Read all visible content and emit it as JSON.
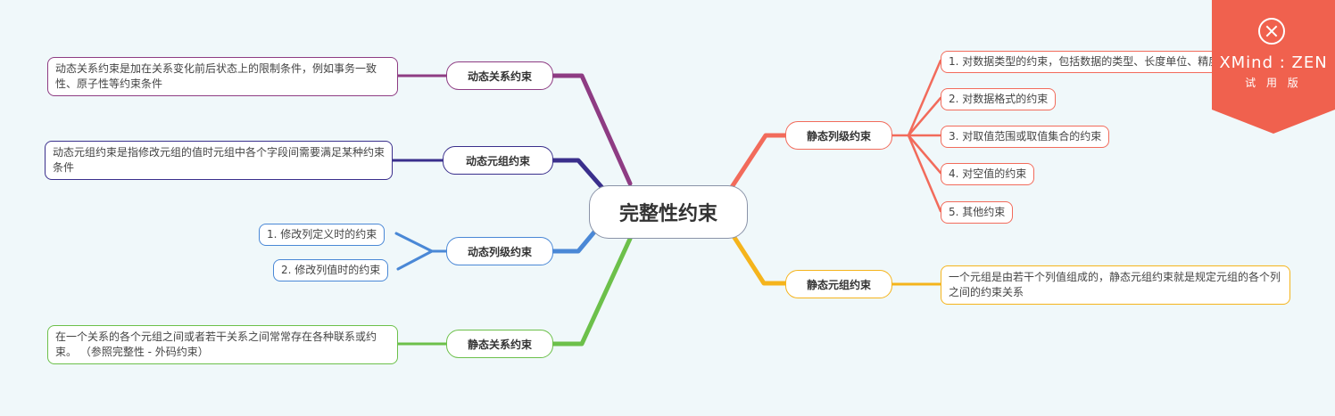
{
  "root": {
    "label": "完整性约束"
  },
  "branches": {
    "dyn_relation": {
      "label": "动态关系约束",
      "color": "#8e3c83",
      "note": "动态关系约束是加在关系变化前后状态上的限制条件，例如事务一致性、原子性等约束条件"
    },
    "dyn_tuple": {
      "label": "动态元组约束",
      "color": "#3a2f8c",
      "note": "动态元组约束是指修改元组的值时元组中各个字段间需要满足某种约束条件"
    },
    "dyn_column": {
      "label": "动态列级约束",
      "color": "#4a88d6",
      "items": [
        "1. 修改列定义时的约束",
        "2. 修改列值时的约束"
      ]
    },
    "static_relation": {
      "label": "静态关系约束",
      "color": "#6cc04a",
      "note": "在一个关系的各个元组之间或者若干关系之间常常存在各种联系或约束。 （参照完整性 - 外码约束）"
    },
    "static_column": {
      "label": "静态列级约束",
      "color": "#f26b5b",
      "items": [
        "1. 对数据类型的约束，包括数据的类型、长度单位、精度等",
        "2. 对数据格式的约束",
        "3. 对取值范围或取值集合的约束",
        "4. 对空值的约束",
        "5. 其他约束"
      ]
    },
    "static_tuple": {
      "label": "静态元组约束",
      "color": "#f5b41c",
      "note": "一个元组是由若干个列值组成的，静态元组约束就是规定元组的各个列之间的约束关系"
    }
  },
  "trial_badge": {
    "brand": "XMind : ZEN",
    "edition": "试 用 版",
    "color": "#f0614e",
    "icon": "close-icon"
  }
}
